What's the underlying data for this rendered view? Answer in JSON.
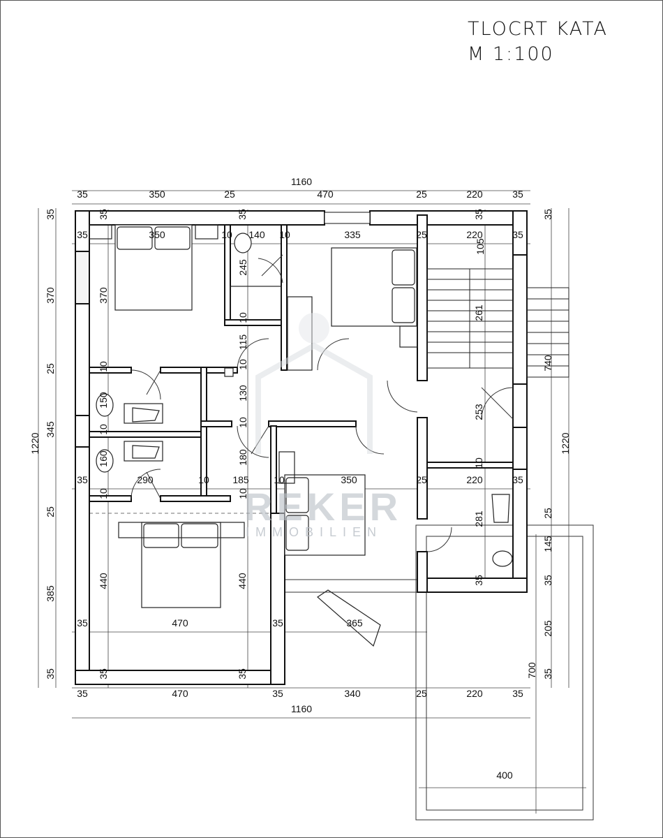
{
  "title": {
    "line1": "TLOCRT KATA",
    "line2": "M 1:100"
  },
  "watermark": {
    "brand": "REKER",
    "sub": "IMMOBILIEN"
  },
  "dim_labels": [
    "1160",
    "35",
    "350",
    "25",
    "470",
    "25",
    "220",
    "35",
    "35",
    "350",
    "10",
    "140",
    "10",
    "335",
    "25",
    "220",
    "35",
    "35",
    "35",
    "35",
    "105",
    "245",
    "370",
    "10",
    "115",
    "10",
    "130",
    "10",
    "180",
    "10",
    "261",
    "253",
    "10",
    "281",
    "35",
    "10",
    "150",
    "10",
    "160",
    "10",
    "440",
    "440",
    "35",
    "35",
    "35",
    "290",
    "10",
    "185",
    "10",
    "350",
    "25",
    "220",
    "35",
    "35",
    "470",
    "35",
    "365",
    "35",
    "470",
    "35",
    "340",
    "25",
    "220",
    "35",
    "1160",
    "35",
    "370",
    "25",
    "345",
    "25",
    "385",
    "35",
    "1220",
    "35",
    "740",
    "25",
    "145",
    "35",
    "205",
    "35",
    "1220",
    "700",
    "400"
  ]
}
